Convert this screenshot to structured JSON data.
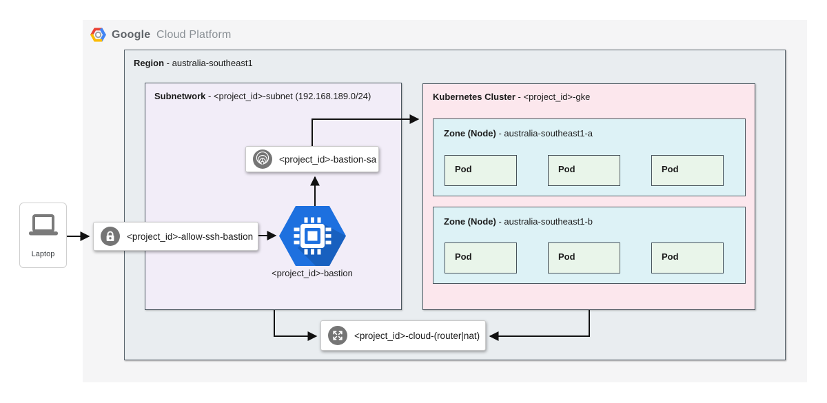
{
  "header": {
    "logo_icon": "gcp-hexagon-logo",
    "logo_primary": "Google",
    "logo_secondary": "Cloud Platform"
  },
  "region": {
    "label_bold": "Region",
    "label_rest": " - australia-southeast1"
  },
  "subnetwork": {
    "label_bold": "Subnetwork",
    "label_rest": " - <project_id>-subnet (192.168.189.0/24)"
  },
  "kubernetes": {
    "label_bold": "Kubernetes Cluster",
    "label_rest": " - <project_id>-gke"
  },
  "zones": [
    {
      "label_bold": "Zone (Node)",
      "label_rest": " - australia-southeast1-a",
      "pods": [
        "Pod",
        "Pod",
        "Pod"
      ]
    },
    {
      "label_bold": "Zone (Node)",
      "label_rest": " - australia-southeast1-b",
      "pods": [
        "Pod",
        "Pod",
        "Pod"
      ]
    }
  ],
  "nodes": {
    "laptop": {
      "label": "Laptop",
      "icon": "laptop-icon"
    },
    "firewall": {
      "label": "<project_id>-allow-ssh-bastion",
      "icon": "lock-icon"
    },
    "service_account": {
      "label": "<project_id>-bastion-sa",
      "icon": "fingerprint-icon"
    },
    "bastion": {
      "label": "<project_id>-bastion",
      "icon": "compute-engine-icon"
    },
    "cloud_router_nat": {
      "label": "<project_id>-cloud-(router|nat)",
      "icon": "expand-arrows-icon"
    }
  },
  "colors": {
    "gce_blue": "#1d70df",
    "gce_blue_shadow": "#1560bd",
    "icon_gray": "#757575",
    "region_fill": "#e9edf0",
    "subnet_fill": "#f2edf8",
    "cluster_fill": "#fce7ed",
    "zone_fill": "#ddf2f6",
    "pod_fill": "#e9f5ea",
    "panel_fill": "#f5f5f6",
    "logo_red": "#ea4335",
    "logo_yellow": "#fbbc05",
    "logo_blue": "#4285f4",
    "arrow_black": "#111111"
  }
}
